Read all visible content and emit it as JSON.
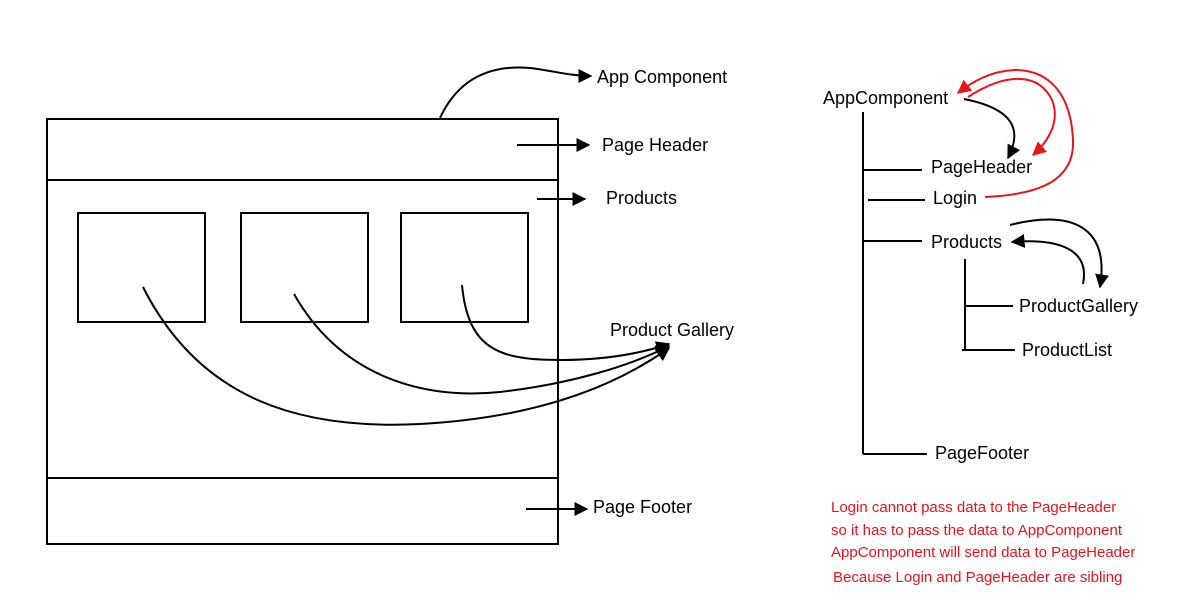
{
  "wireframe": {
    "labels": {
      "app_component": "App Component",
      "page_header": "Page Header",
      "products": "Products",
      "product_gallery": "Product Gallery",
      "page_footer": "Page Footer"
    }
  },
  "tree": {
    "root": "AppComponent",
    "children": {
      "page_header": "PageHeader",
      "login": "Login",
      "products": "Products",
      "product_gallery": "ProductGallery",
      "product_list": "ProductList",
      "page_footer": "PageFooter"
    }
  },
  "note": {
    "color": "#e8141b",
    "lines": [
      "Login cannot pass data to the PageHeader",
      "so it has to pass the data to AppComponent",
      "AppComponent will send data to PageHeader",
      "Because Login and PageHeader are sibling"
    ]
  }
}
